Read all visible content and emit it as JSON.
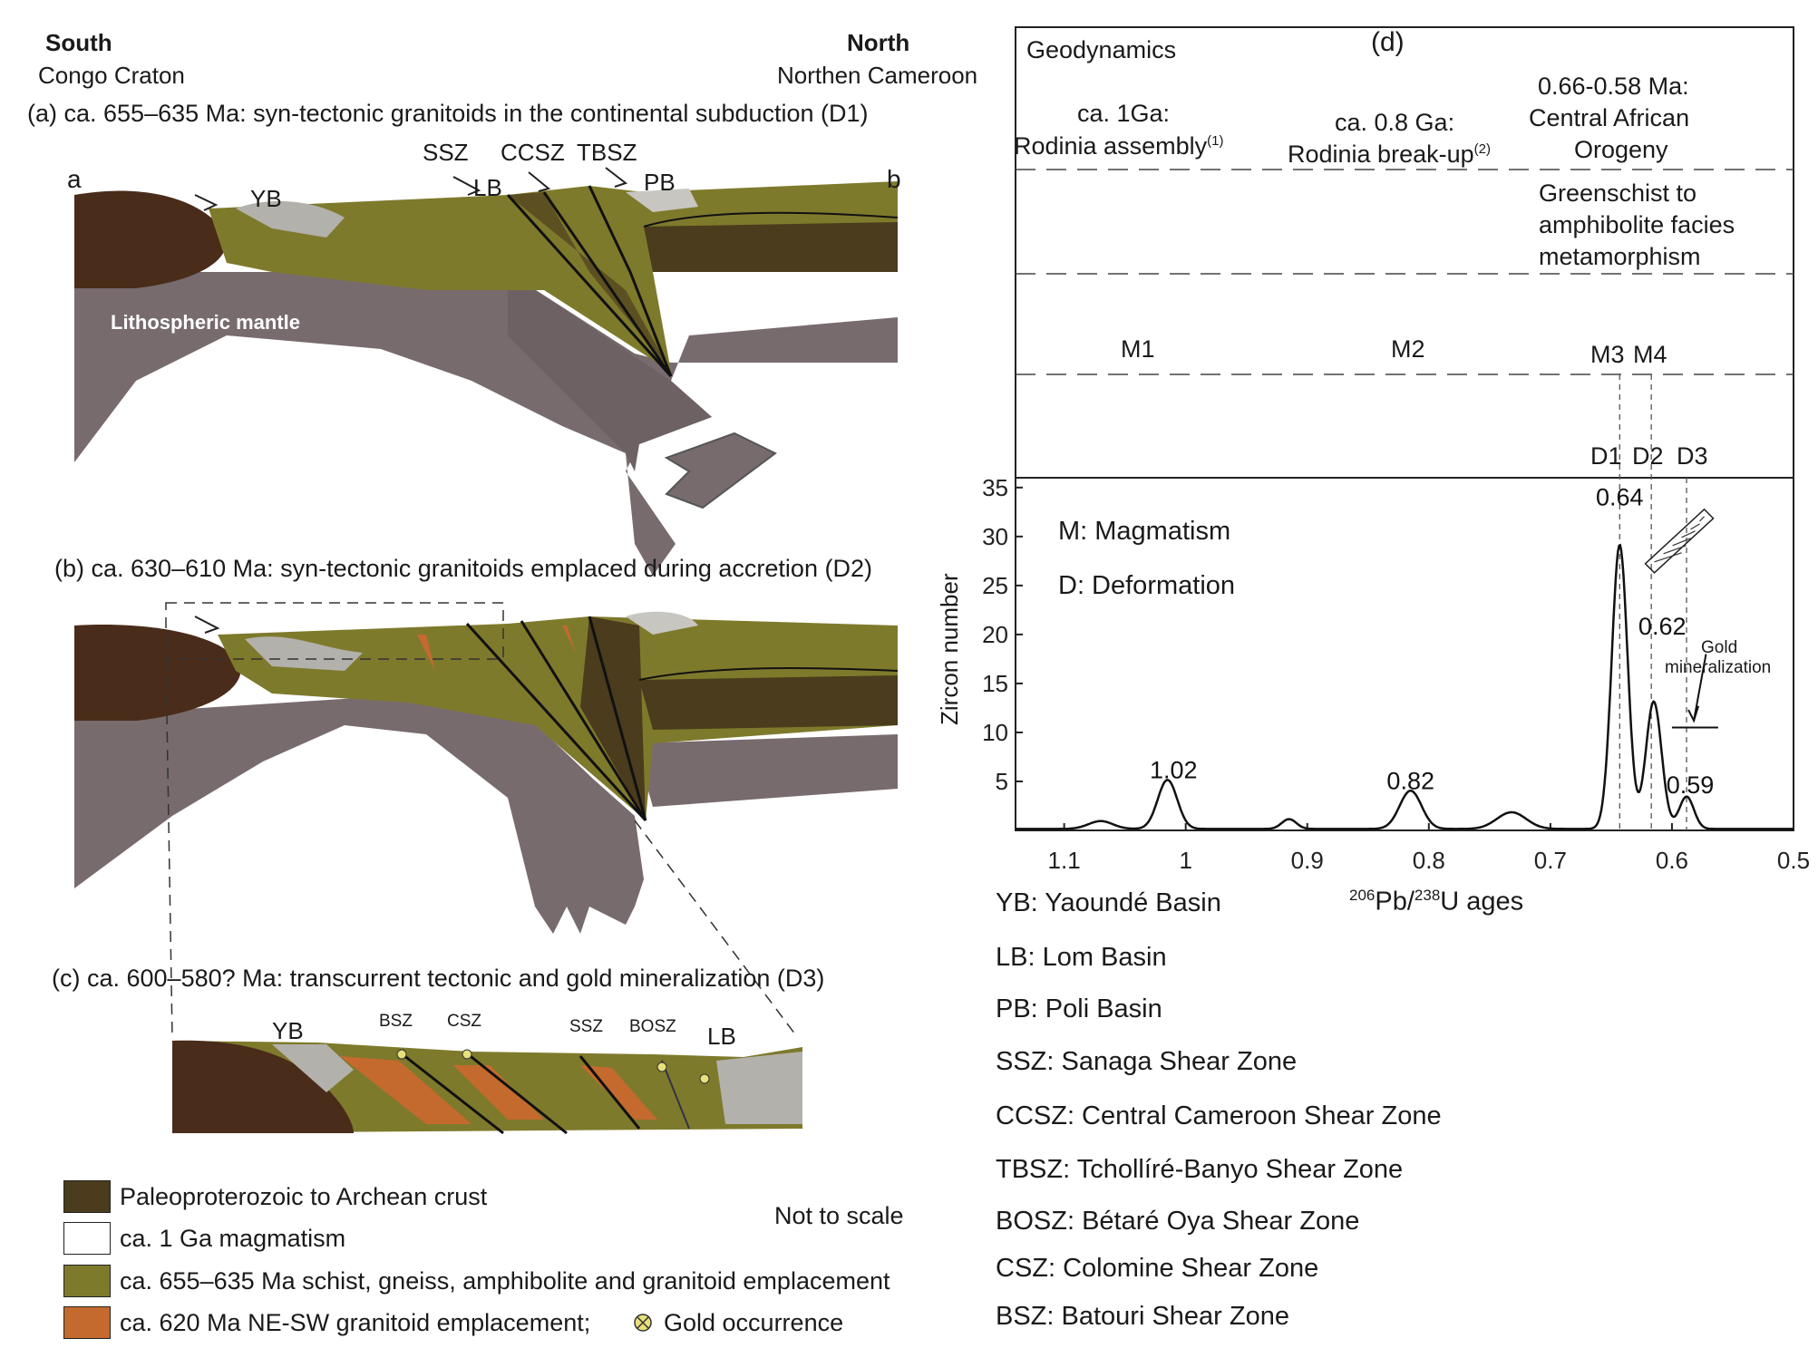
{
  "header": {
    "south": "South",
    "congo": "Congo Craton",
    "north": "North",
    "cameroon": "Northen Cameroon"
  },
  "panels": {
    "a_title": "(a) ca. 655–635 Ma: syn-tectonic granitoids in the continental subduction (D1)",
    "b_title": "(b) ca. 630–610 Ma: syn-tectonic granitoids emplaced during accretion (D2)",
    "c_title": "(c) ca. 600–580? Ma: transcurrent tectonic and gold mineralization (D3)",
    "a_labels": {
      "a": "a",
      "b": "b",
      "yb": "YB",
      "ssz": "SSZ",
      "ccsz": "CCSZ",
      "tbsz": "TBSZ",
      "lb": "LB",
      "pb": "PB",
      "mantle": "Lithospheric mantle"
    },
    "c_labels": {
      "yb": "YB",
      "bsz": "BSZ",
      "csz": "CSZ",
      "ssz": "SSZ",
      "bosz": "BOSZ",
      "lb": "LB"
    }
  },
  "legend": {
    "items": [
      {
        "label": "Paleoproterozoic to Archean crust",
        "color": "#4a3c1c"
      },
      {
        "label": "ca. 1 Ga magmatism",
        "color": "#ffffff"
      },
      {
        "label": "ca. 655–635 Ma schist, gneiss, amphibolite and granitoid emplacement",
        "color": "#7e7a2c"
      },
      {
        "label": "ca. 620 Ma NE-SW granitoid emplacement;",
        "color": "#c46a2e"
      }
    ],
    "gold": "Gold occurrence",
    "not_to_scale": "Not to scale"
  },
  "panel_d": {
    "label": "(d)",
    "geodynamics": "Geodynamics",
    "event1_line1": "ca. 1Ga:",
    "event1_line2": "Rodinia assembly",
    "event1_sup": "(1)",
    "event2_line1": "ca. 0.8 Ga:",
    "event2_line2": "Rodinia break-up",
    "event2_sup": "(2)",
    "event3_line1": "0.66-0.58 Ma:",
    "event3_line2": "Central African",
    "event3_line3": "Orogeny",
    "meta_line1": "Greenschist to",
    "meta_line2": "amphibolite facies",
    "meta_line3": "metamorphism",
    "m1": "M1",
    "m2": "M2",
    "m3": "M3",
    "m4": "M4",
    "d1": "D1",
    "d2": "D2",
    "d3": "D3",
    "key_m": "M: Magmatism",
    "key_d": "D: Deformation",
    "gold1": "Gold",
    "gold2": "mineralization"
  },
  "chart_data": {
    "type": "line",
    "ylabel": "Zircon number",
    "xlabel_sup1": "206",
    "xlabel_mid": "Pb/",
    "xlabel_sup2": "238",
    "xlabel_end": "U ages",
    "xlim": [
      1.14,
      0.5
    ],
    "ylim": [
      0,
      36
    ],
    "xticks": [
      "1.1",
      "1",
      "0.9",
      "0.8",
      "0.7",
      "0.6",
      "0.5"
    ],
    "yticks": [
      "5",
      "10",
      "15",
      "20",
      "25",
      "30",
      "35"
    ],
    "peaks": [
      {
        "x": 1.07,
        "h": 0.8,
        "w": 0.01
      },
      {
        "x": 1.015,
        "h": 5,
        "w": 0.008
      },
      {
        "x": 0.915,
        "h": 1,
        "w": 0.006
      },
      {
        "x": 0.815,
        "h": 3.9,
        "w": 0.009
      },
      {
        "x": 0.732,
        "h": 1.7,
        "w": 0.012
      },
      {
        "x": 0.643,
        "h": 29,
        "w": 0.0065
      },
      {
        "x": 0.615,
        "h": 13,
        "w": 0.0065
      },
      {
        "x": 0.588,
        "h": 3.3,
        "w": 0.006
      }
    ],
    "peak_labels": [
      {
        "x": 1.01,
        "y": 5.3,
        "text": "1.02"
      },
      {
        "x": 0.815,
        "y": 4.2,
        "text": "0.82"
      },
      {
        "x": 0.643,
        "y": 33.2,
        "text": "0.64"
      },
      {
        "x": 0.608,
        "y": 20,
        "text": "0.62"
      },
      {
        "x": 0.585,
        "y": 3.8,
        "text": "0.59"
      }
    ],
    "baseline": 0.15
  },
  "abbreviations": [
    "YB: Yaoundé Basin",
    "LB: Lom Basin",
    "PB: Poli Basin",
    "SSZ: Sanaga Shear Zone",
    "CCSZ: Central Cameroon Shear Zone",
    "TBSZ: Tchollíré-Banyo Shear Zone",
    "BOSZ: Bétaré Oya Shear Zone",
    "CSZ: Colomine Shear Zone",
    "BSZ: Batouri Shear Zone"
  ]
}
